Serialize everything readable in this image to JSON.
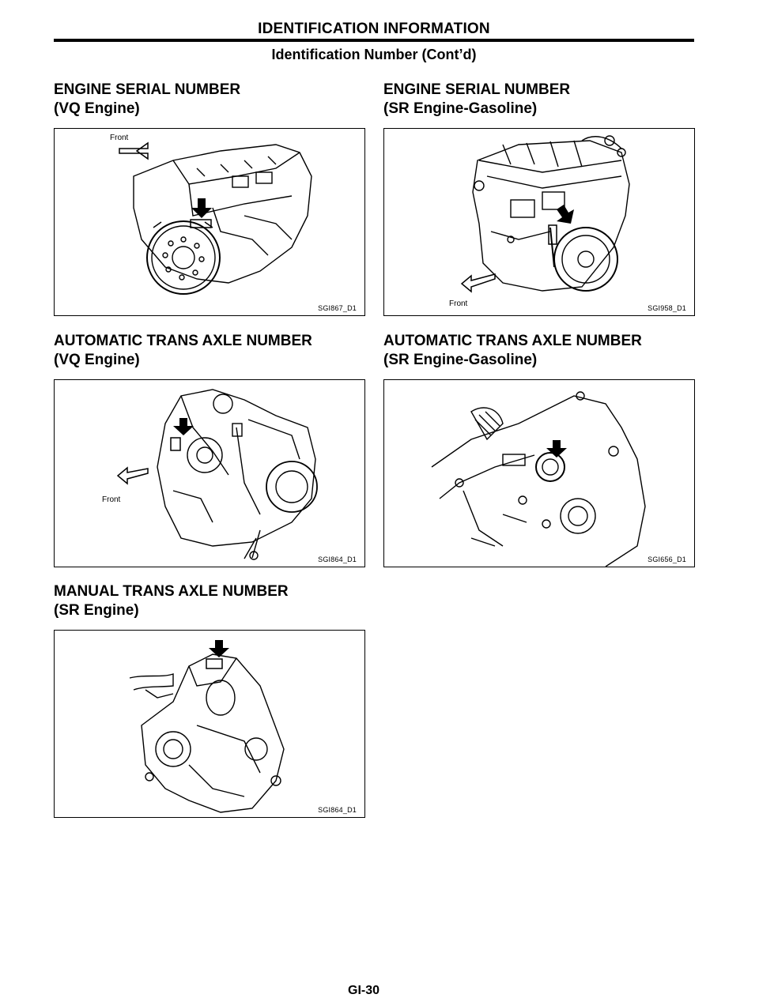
{
  "header": {
    "title": "IDENTIFICATION INFORMATION",
    "subtitle": "Identification Number (Cont’d)"
  },
  "sections": [
    {
      "title": "ENGINE SERIAL NUMBER\n(VQ Engine)",
      "figure_code": "SGI867_D1",
      "direction_label": "Front"
    },
    {
      "title": "ENGINE SERIAL NUMBER\n(SR Engine-Gasoline)",
      "figure_code": "SGI958_D1",
      "direction_label": "Front"
    },
    {
      "title": "AUTOMATIC TRANS AXLE NUMBER\n(VQ Engine)",
      "figure_code": "SGI864_D1",
      "direction_label": "Front"
    },
    {
      "title": "AUTOMATIC TRANS AXLE NUMBER\n(SR Engine-Gasoline)",
      "figure_code": "SGI656_D1"
    },
    {
      "title": "MANUAL TRANS AXLE NUMBER\n(SR Engine)",
      "figure_code": "SGI864_D1"
    }
  ],
  "page_number": "GI-30"
}
